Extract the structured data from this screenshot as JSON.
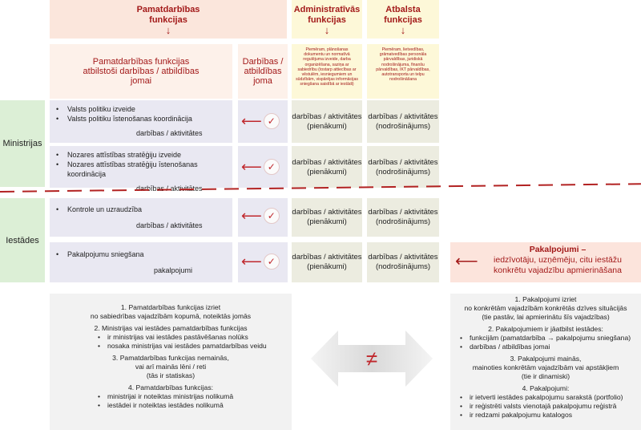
{
  "headers": {
    "core": "Pamatdarbības funkcijas",
    "admin": "Administratīvās funkcijas",
    "support": "Atbalsta funkcijas",
    "arrow": "↓"
  },
  "columns": {
    "core_title": "Pamatdarbības funkcijas atbilstoši darbības / atbildības jomai",
    "area_title": "Darbības / atbildības joma",
    "admin_note": "Piemēram, plānošanas dokumentu un normatīvā regulējuma izveide, darba organizēšana, saziņa ar sabiedrību (tostarp attiecības ar vēstulēm, iesniegumiem un sūdzībām, vispārējas informācijas sniegšana saistībā ar iestādi)",
    "support_note": "Piemēram, lietvedības, grāmatvedības personāla pārvaldības, juridiskā nodrošinājuma, finanšu pārvaldības, IKT pārvaldības, autotransporta un telpu nodrošināšana"
  },
  "rows": {
    "ministries_label": "Ministrijas",
    "institutions_label": "Iestādes",
    "r1": {
      "items": [
        "Valsts politiku izveide",
        "Valsts politiku īstenošanas koordinācija"
      ],
      "sub": "darbības / aktivitātes"
    },
    "r2": {
      "items": [
        "Nozares attīstības stratēģiju izveide",
        "Nozares attīstības stratēģiju īstenošanas koordinācija"
      ],
      "sub": "darbības / aktivitātes"
    },
    "r3": {
      "items": [
        "Kontrole un uzraudzība"
      ],
      "sub": "darbības / aktivitātes"
    },
    "r4": {
      "items": [
        "Pakalpojumu sniegšana"
      ],
      "sub": "pakalpojumi"
    },
    "admin_cell_1": "darbības / aktivitātes",
    "admin_cell_2": "(pienākumi)",
    "support_cell_1": "darbības / aktivitātes",
    "support_cell_2": "(nodrošinājums)"
  },
  "services_box": {
    "title": "Pakalpojumi –",
    "text": "iedzīvotāju, uzņēmēju, citu iestāžu konkrētu vajadzību apmierināšana",
    "arrow": "⟵"
  },
  "left_note": {
    "p1a": "1. Pamatdarbības funkcijas izriet",
    "p1b": "no sabiedrības vajadzībām kopumā, noteiktās jomās",
    "p2": "2. Ministrijas vai iestādes pamatdarbības funkcijas",
    "p2_items": [
      "ir ministrijas vai iestādes pastāvēšanas nolūks",
      "nosaka ministrijas vai iestādes pamatdarbības veidu"
    ],
    "p3a": "3. Pamatdarbības funkcijas nemainās,",
    "p3b": "vai arī mainās lēni / reti",
    "p3c": "(tās ir statiskas)",
    "p4": "4. Pamatdarbības funkcijas:",
    "p4_items": [
      "ministrijai ir noteiktas ministrijas nolikumā",
      "iestādei ir noteiktas iestādes nolikumā"
    ]
  },
  "right_note": {
    "p1a": "1. Pakalpojumi izriet",
    "p1b": "no konkrētām vajadzībām konkrētās dzīves situācijās",
    "p1c": "(tie pastāv, lai apmierinātu šīs vajadzības)",
    "p2": "2. Pakalpojumiem ir jāatbilst iestādes:",
    "p2_items": [
      "funkcijām (pamatdarbība → pakalpojumu sniegšana)",
      "darbības / atbildības jomai"
    ],
    "p3a": "3. Pakalpojumi mainās,",
    "p3b": "mainoties konkrētām vajadzībām vai apstākļiem",
    "p3c": "(tie ir dinamiski)",
    "p4": "4. Pakalpojumi:",
    "p4_items": [
      "ir ietverti iestādes pakalpojumu sarakstā (portfolio)",
      "ir reģistrēti valsts vienotajā pakalpojumu reģistrā",
      "ir redzami pakalpojumu katalogos"
    ]
  },
  "compare": {
    "symbol": "≠",
    "check": "✓",
    "left_arrow": "⟵"
  }
}
